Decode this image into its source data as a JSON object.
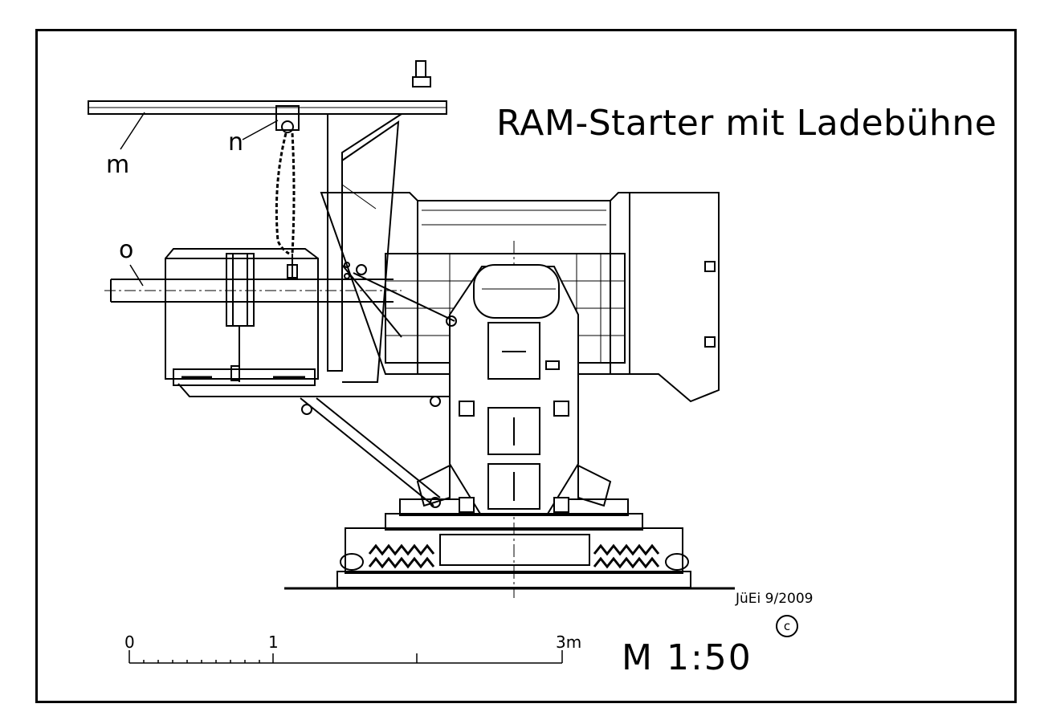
{
  "drawing": {
    "title": "RAM-Starter mit Ladebühne",
    "callouts": {
      "m": "m",
      "n": "n",
      "o": "o"
    },
    "author_date": "JüEi 9/2009",
    "copyright_symbol": "c",
    "scale_bar": {
      "label_0": "0",
      "label_1": "1",
      "label_3": "3m"
    },
    "scale_ratio": "M 1:50"
  }
}
